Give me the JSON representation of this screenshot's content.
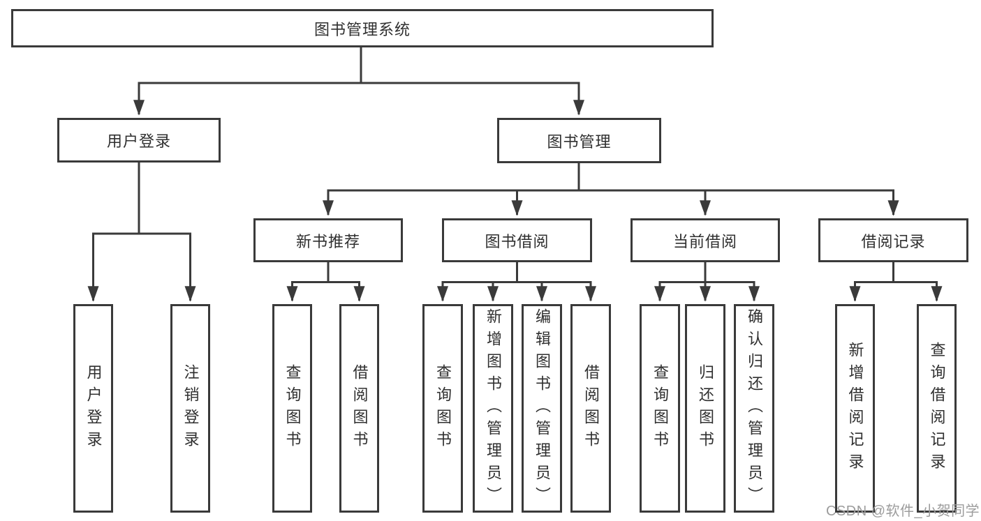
{
  "diagram_type": "functional-structure-tree",
  "colors": {
    "line": "#3a3a3a",
    "box_border": "#3a3a3a",
    "box_background": "#ffffff",
    "text": "#2f2f2f",
    "watermark": "#9c9c9c",
    "background": "#ffffff"
  },
  "tree": {
    "root": "图书管理系统",
    "level2": [
      "用户登录",
      "图书管理"
    ],
    "level3": [
      "新书推荐",
      "图书借阅",
      "当前借阅",
      "借阅记录"
    ],
    "leaves": {
      "user_login": [
        "用户登录",
        "注销登录"
      ],
      "new_book": [
        "查询图书",
        "借阅图书"
      ],
      "borrow": [
        "查询图书",
        "新增图书（管理员）",
        "编辑图书（管理员）",
        "借阅图书"
      ],
      "current": [
        "查询图书",
        "归还图书",
        "确认归还（管理员）"
      ],
      "record": [
        "新增借阅记录",
        "查询借阅记录"
      ]
    }
  },
  "watermark": {
    "text": "CSDN @软件_小贺同学"
  }
}
